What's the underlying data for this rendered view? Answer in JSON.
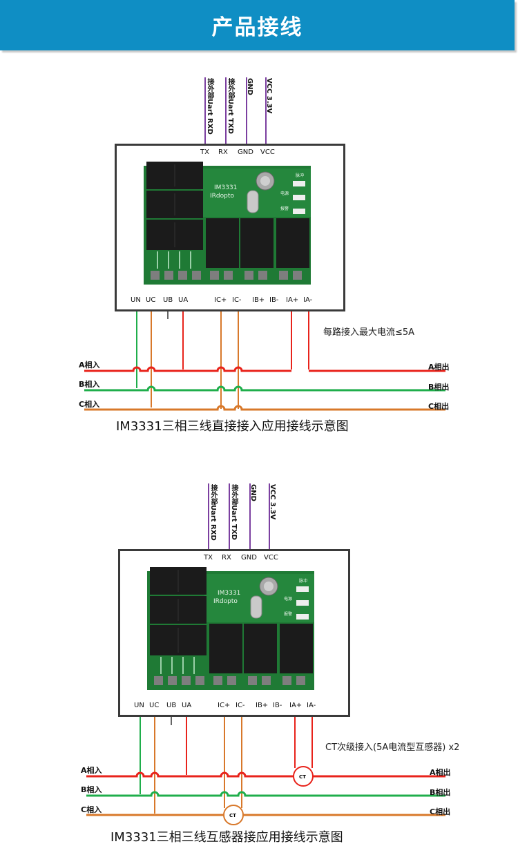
{
  "header": {
    "title": "产品接线"
  },
  "board": {
    "model": "IM3331",
    "brand": "IRdopto",
    "led_labels": [
      "脉冲",
      "电源",
      "报警"
    ]
  },
  "diagrams": [
    {
      "wire_labels": [
        "接外部Uart RXD",
        "接外部Uart TXD",
        "GND",
        "VCC 3.3V"
      ],
      "pins": [
        "TX",
        "RX",
        "GND",
        "VCC"
      ],
      "terminals": [
        "UN",
        "UC",
        "UB",
        "UA",
        "IC+",
        "IC-",
        "IB+",
        "IB-",
        "IA+",
        "IA-"
      ],
      "inputs": [
        "A相入",
        "B相入",
        "C相入"
      ],
      "outputs": [
        "A相出",
        "B相出",
        "C相出"
      ],
      "note": "每路接入最大电流≤5A",
      "caption": "IM3331三相三线直接接入应用接线示意图"
    },
    {
      "wire_labels": [
        "接外部Uart RXD",
        "接外部Uart TXD",
        "GND",
        "VCC 3.3V"
      ],
      "pins": [
        "TX",
        "RX",
        "GND",
        "VCC"
      ],
      "terminals": [
        "UN",
        "UC",
        "UB",
        "UA",
        "IC+",
        "IC-",
        "IB+",
        "IB-",
        "IA+",
        "IA-"
      ],
      "inputs": [
        "A相入",
        "B相入",
        "C相入"
      ],
      "outputs": [
        "A相出",
        "B相出",
        "C相出"
      ],
      "note": "CT次级接入(5A电流型互感器) x2",
      "ct_label": "CT",
      "caption": "IM3331三相三线互感器接应用接线示意图"
    }
  ],
  "colors": {
    "banner": "#0f8ec4",
    "phase_a": "#e8231b",
    "phase_b": "#1fae4b",
    "phase_c": "#d8782a",
    "uart_wire": "#7b3fa0",
    "frame": "#3a3a3a",
    "pcb": "#1f7a35"
  }
}
